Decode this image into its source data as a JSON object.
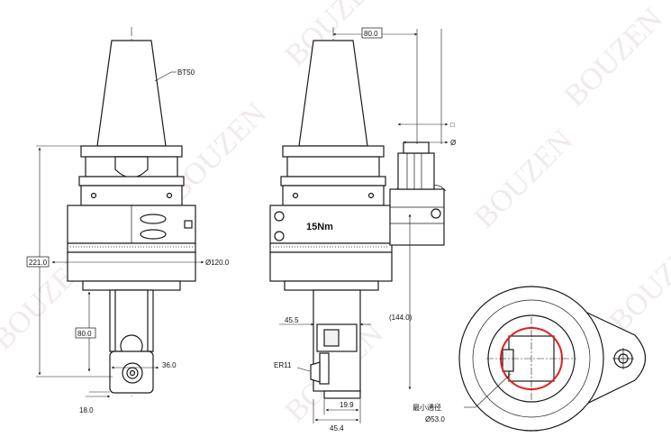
{
  "watermark": "BOUZEN",
  "left_view": {
    "taper_label": "BT50",
    "height_dim": "221.0",
    "diameter_dim": "Ø120.0",
    "shank_dim": "80.0",
    "offset_dim": "36.0",
    "nose_dim": "18.0"
  },
  "mid_view": {
    "top_dim": "80.0",
    "square_symbol": "□",
    "diameter_symbol": "Ø",
    "torque_label": "15Nm",
    "side_dim": "(144.0)",
    "width_dim": "45.5",
    "collet_label": "ER11",
    "bottom_dim_1": "19.9",
    "bottom_dim_2": "45.4"
  },
  "right_view": {
    "min_bore_label": "最小通径",
    "min_bore_dim": "Ø53.0"
  }
}
